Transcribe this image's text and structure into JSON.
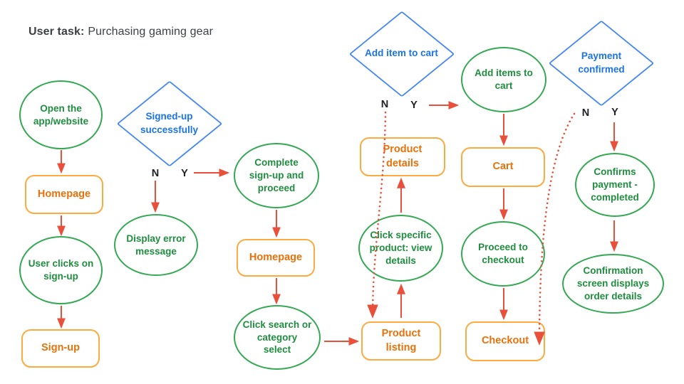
{
  "title": {
    "bold": "User task:",
    "rest": "Purchasing gaming gear"
  },
  "decision_labels": {
    "no": "N",
    "yes": "Y"
  },
  "nodes": {
    "open_app": "Open the app/website",
    "homepage_1": "Homepage",
    "user_clicks_signup": "User clicks on sign-up",
    "signup": "Sign-up",
    "signed_up_successfully": "Signed-up successfully",
    "display_error": "Display error message",
    "complete_signup": "Complete sign-up and proceed",
    "homepage_2": "Homepage",
    "click_search": "Click search or category select",
    "product_listing": "Product listing",
    "click_specific_product": "Click specific product: view details",
    "product_details": "Product details",
    "add_item_to_cart_decision": "Add item to cart",
    "add_items_to_cart": "Add items to cart",
    "cart": "Cart",
    "proceed_to_checkout": "Proceed to checkout",
    "checkout": "Checkout",
    "payment_confirmed": "Payment confirmed",
    "confirms_payment": "Confirms payment - completed",
    "confirmation_screen": "Confirmation screen displays order details"
  },
  "colors": {
    "green_stroke": "#34a853",
    "green_text": "#1e8e3e",
    "orange_stroke": "#fbab40",
    "orange_text": "#e8710a",
    "blue_stroke": "#4285f4",
    "blue_text": "#1a73e8",
    "arrow_red": "#e8503c",
    "title_text": "#3c4043",
    "label_black": "#202124",
    "background": "#ffffff"
  }
}
